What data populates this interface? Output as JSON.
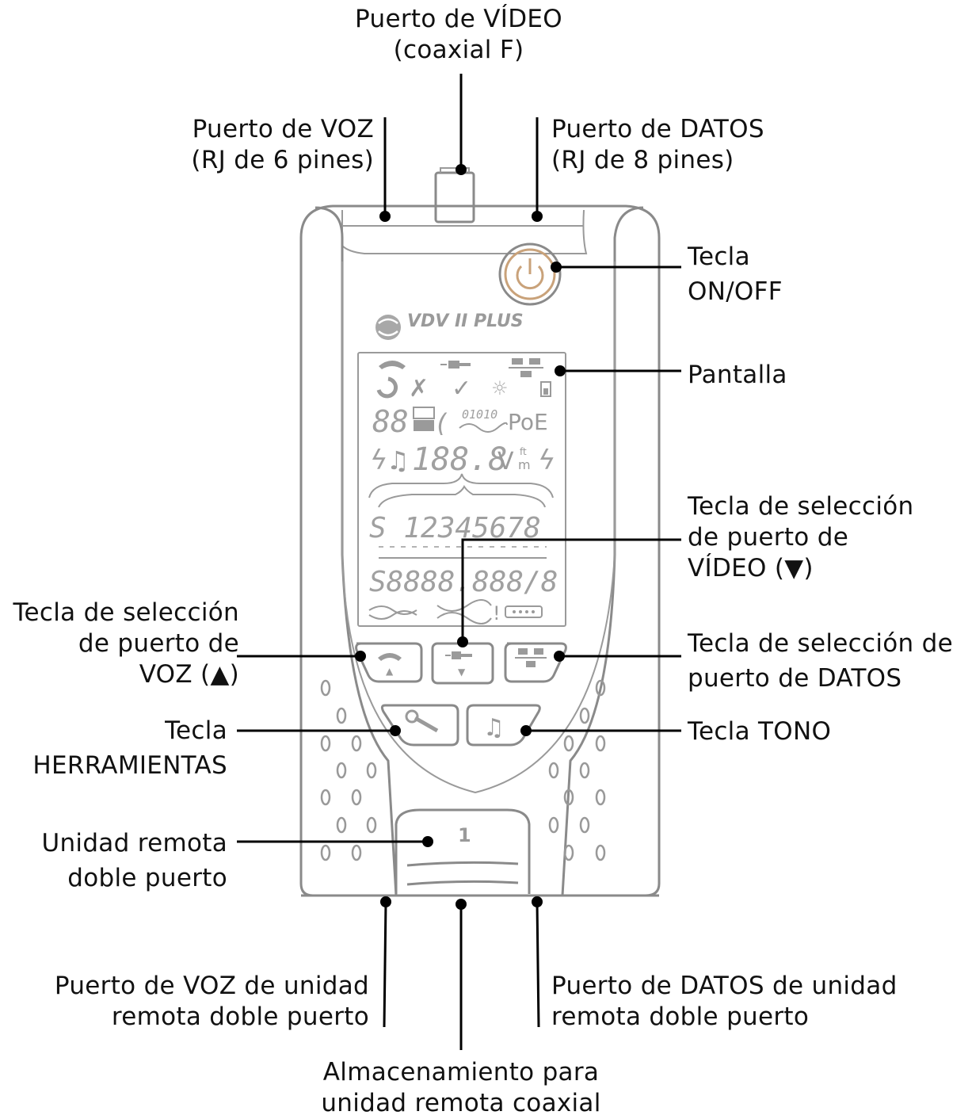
{
  "device": {
    "brand": "VDV II PLUS",
    "remote_number": "1",
    "lcd": {
      "pins": "S 12345678",
      "row_digits": "S8888.888/8",
      "value_digits": "188.8",
      "data_pattern": "01010",
      "poe": "PoE",
      "units_v": "V",
      "units_ft": "ft",
      "units_m": "m",
      "counter": "88",
      "bang": "!"
    }
  },
  "callouts": {
    "video_port": {
      "line1": "Puerto de VÍDEO",
      "line2": "(coaxial F)"
    },
    "voice_port": {
      "line1": "Puerto de VOZ",
      "line2": "(RJ de 6 pines)"
    },
    "data_port": {
      "line1": "Puerto de DATOS",
      "line2": "(RJ de 8 pines)"
    },
    "onoff_key": {
      "line1": "Tecla",
      "line2": "ON/OFF"
    },
    "display": {
      "line1": "Pantalla"
    },
    "video_select": {
      "line1": "Tecla de selección",
      "line2": "de puerto de",
      "line3": "VÍDEO (▼)"
    },
    "voice_select": {
      "line1": "Tecla de selección",
      "line2": "de puerto de",
      "line3": "VOZ (▲)"
    },
    "data_select": {
      "line1": "Tecla de selección de",
      "line2": "puerto de DATOS"
    },
    "tools_key": {
      "line1": "Tecla",
      "line2": "HERRAMIENTAS"
    },
    "tone_key": {
      "line1": "Tecla TONO"
    },
    "remote_unit": {
      "line1": "Unidad remota",
      "line2": "doble puerto"
    },
    "remote_voice": {
      "line1": "Puerto de VOZ de unidad",
      "line2": "remota doble puerto"
    },
    "remote_data": {
      "line1": "Puerto de DATOS de unidad",
      "line2": "remota doble puerto"
    },
    "coax_storage": {
      "line1": "Almacenamiento para",
      "line2": "unidad remota coaxial"
    }
  },
  "colors": {
    "outline": "#8a8a8a",
    "lcd_seg": "#9a9a9a",
    "leader": "#000000",
    "power_ring": "#c9a27a"
  }
}
